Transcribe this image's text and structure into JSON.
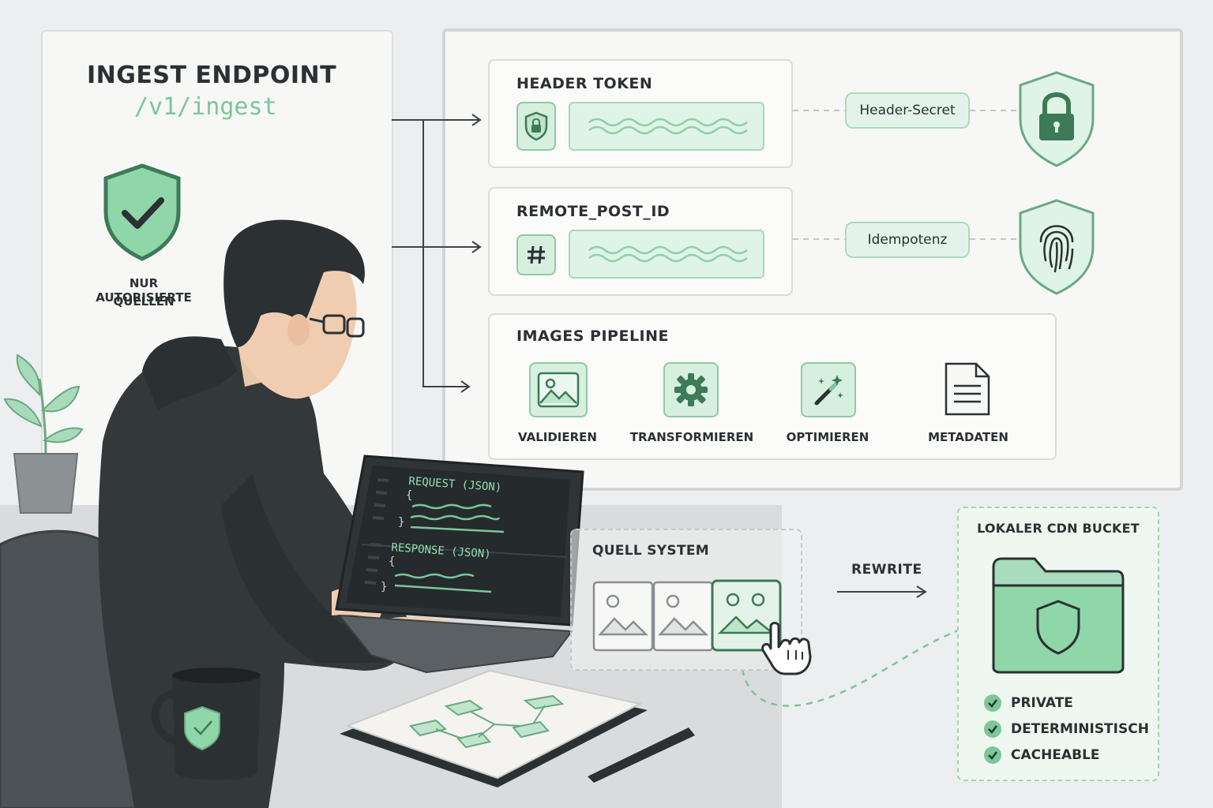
{
  "left_panel": {
    "title": "INGEST ENDPOINT",
    "endpoint": "/v1/ingest",
    "shield_caption_line1": "NUR AUTORISIERTE",
    "shield_caption_line2": "QUELLEN"
  },
  "header_token": {
    "title": "HEADER TOKEN",
    "pill": "Header-Secret",
    "field_icon": "shield-lock-icon",
    "side_icon": "padlock-shield-icon"
  },
  "remote_post_id": {
    "title": "REMOTE_POST_ID",
    "pill": "Idempotenz",
    "field_icon": "hash-icon",
    "side_icon": "fingerprint-shield-icon"
  },
  "images_pipeline": {
    "title": "IMAGES PIPELINE",
    "steps": [
      {
        "label": "VALIDIEREN",
        "icon": "image-icon"
      },
      {
        "label": "TRANSFORMIEREN",
        "icon": "gear-icon"
      },
      {
        "label": "OPTIMIEREN",
        "icon": "magic-wand-icon"
      },
      {
        "label": "METADATEN",
        "icon": "document-icon"
      }
    ]
  },
  "laptop": {
    "request_label": "REQUEST (JSON)",
    "response_label": "RESPONSE (JSON)",
    "brace_open": "{",
    "brace_close": "}"
  },
  "source_system": {
    "title": "QUELL SYSTEM",
    "rewrite_label": "REWRITE"
  },
  "cdn_bucket": {
    "title": "LOKALER CDN BUCKET",
    "features": [
      "PRIVATE",
      "DETERMINISTISCH",
      "CACHEABLE"
    ]
  },
  "colors": {
    "accent": "#7cc699",
    "accent_dark": "#3d7a57",
    "accent_light": "#dff3e6",
    "ink": "#2b3033",
    "hoodie": "#33383b"
  }
}
